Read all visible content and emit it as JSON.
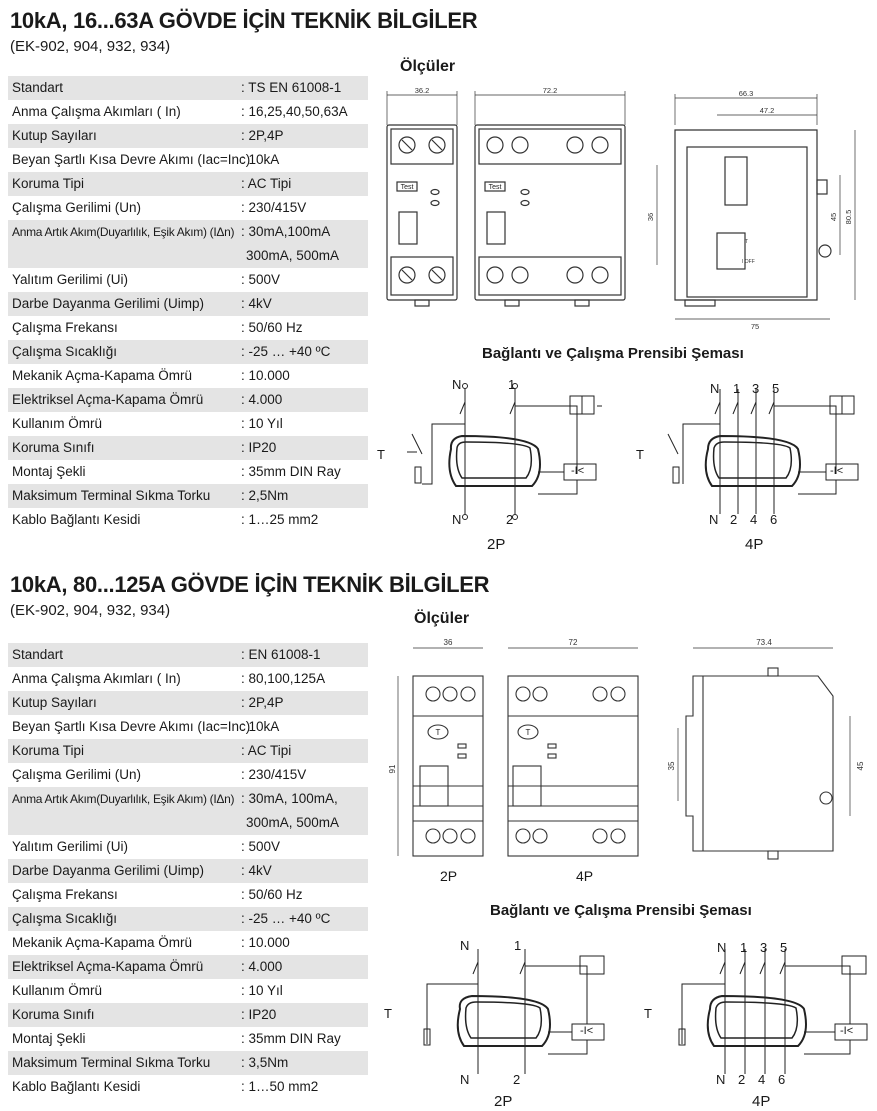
{
  "section1": {
    "title": "10kA,  16...63A GÖVDE İÇİN TEKNİK BİLGİLER",
    "subtitle": "(EK-902, 904, 932, 934)",
    "specs": [
      {
        "label": "Standart",
        "value": ": TS EN 61008-1"
      },
      {
        "label": "Anma Çalışma Akımları ( In)",
        "value": ": 16,25,40,50,63A"
      },
      {
        "label": "Kutup Sayıları",
        "value": ": 2P,4P"
      },
      {
        "label": "Beyan Şartlı Kısa Devre Akımı (Iac=Inc)",
        "value": ": 10kA"
      },
      {
        "label": "Koruma Tipi",
        "value": ": AC Tipi"
      },
      {
        "label": "Çalışma Gerilimi (Un)",
        "value": ": 230/415V"
      },
      {
        "label": "Anma Artık Akım(Duyarlılık, Eşik Akım) (IΔn)",
        "value": ": 30mA,100mA",
        "value2": "300mA, 500mA"
      },
      {
        "label": "Yalıtım Gerilimi (Ui)",
        "value": ": 500V"
      },
      {
        "label": "Darbe Dayanma Gerilimi (Uimp)",
        "value": ": 4kV"
      },
      {
        "label": "Çalışma Frekansı",
        "value": ": 50/60 Hz"
      },
      {
        "label": "Çalışma Sıcaklığı",
        "value": ": -25 … +40 ºC"
      },
      {
        "label": "Mekanik Açma-Kapama Ömrü",
        "value": ": 10.000"
      },
      {
        "label": "Elektriksel Açma-Kapama Ömrü",
        "value": ": 4.000"
      },
      {
        "label": "Kullanım Ömrü",
        "value": ": 10 Yıl"
      },
      {
        "label": "Koruma Sınıfı",
        "value": ": IP20"
      },
      {
        "label": "Montaj Şekli",
        "value": ": 35mm DIN Ray"
      },
      {
        "label": "Maksimum Terminal Sıkma Torku",
        "value": ": 2,5Nm"
      },
      {
        "label": "Kablo Bağlantı Kesidi",
        "value": ": 1…25 mm2"
      }
    ],
    "dimensions_title": "Ölçüler",
    "dims": {
      "w1": "36.2",
      "w2": "72.2",
      "w3": "66.3",
      "w4": "47.2",
      "h1": "36",
      "h2": "45",
      "h3": "80.5",
      "depth": "75"
    },
    "front_label": "Test",
    "schema_title": "Bağlantı ve Çalışma Prensibi Şeması"
  },
  "section2": {
    "title": "10kA, 80...125A GÖVDE İÇİN TEKNİK BİLGİLER",
    "subtitle": "(EK-902, 904, 932, 934)",
    "specs": [
      {
        "label": "Standart",
        "value": ": EN 61008-1"
      },
      {
        "label": "Anma Çalışma Akımları ( In)",
        "value": ": 80,100,125A"
      },
      {
        "label": "Kutup Sayıları",
        "value": ": 2P,4P"
      },
      {
        "label": "Beyan Şartlı Kısa Devre Akımı (Iac=Inc)",
        "value": ": 10kA"
      },
      {
        "label": "Koruma Tipi",
        "value": ": AC Tipi"
      },
      {
        "label": "Çalışma Gerilimi (Un)",
        "value": ": 230/415V"
      },
      {
        "label": "Anma Artık Akım(Duyarlılık, Eşik Akım) (IΔn)",
        "value": ": 30mA, 100mA,",
        "value2": "300mA, 500mA"
      },
      {
        "label": "Yalıtım Gerilimi (Ui)",
        "value": ": 500V"
      },
      {
        "label": "Darbe Dayanma Gerilimi (Uimp)",
        "value": ": 4kV"
      },
      {
        "label": "Çalışma Frekansı",
        "value": ": 50/60 Hz"
      },
      {
        "label": "Çalışma Sıcaklığı",
        "value": ": -25 … +40 ºC"
      },
      {
        "label": "Mekanik Açma-Kapama Ömrü",
        "value": ": 10.000"
      },
      {
        "label": "Elektriksel Açma-Kapama Ömrü",
        "value": ": 4.000"
      },
      {
        "label": "Kullanım Ömrü",
        "value": ": 10 Yıl"
      },
      {
        "label": "Koruma Sınıfı",
        "value": ": IP20"
      },
      {
        "label": "Montaj Şekli",
        "value": ": 35mm DIN Ray"
      },
      {
        "label": "Maksimum Terminal Sıkma Torku",
        "value": ": 3,5Nm"
      },
      {
        "label": "Kablo Bağlantı Kesidi",
        "value": ": 1…50 mm2"
      }
    ],
    "dimensions_title": "Ölçüler",
    "dims": {
      "w1": "36",
      "w2": "72",
      "w3": "73.4",
      "h1": "91",
      "h2": "35",
      "h3": "45"
    },
    "view_labels": {
      "a": "2P",
      "b": "4P"
    },
    "front_label": "T",
    "schema_title": "Bağlantı ve Çalışma Prensibi Şeması"
  },
  "schema": {
    "p2_top": [
      "N",
      "1"
    ],
    "p2_bottom": [
      "N",
      "2"
    ],
    "p4_top": [
      "N",
      "1",
      "3",
      "5"
    ],
    "p4_bottom": [
      "N",
      "2",
      "4",
      "6"
    ],
    "test_label": "T",
    "caption_2p": "2P",
    "caption_4p": "4P",
    "relay_label": "-I<",
    "test_text": "Test",
    "t_tag": "T",
    "off_tag": "I OFF"
  }
}
